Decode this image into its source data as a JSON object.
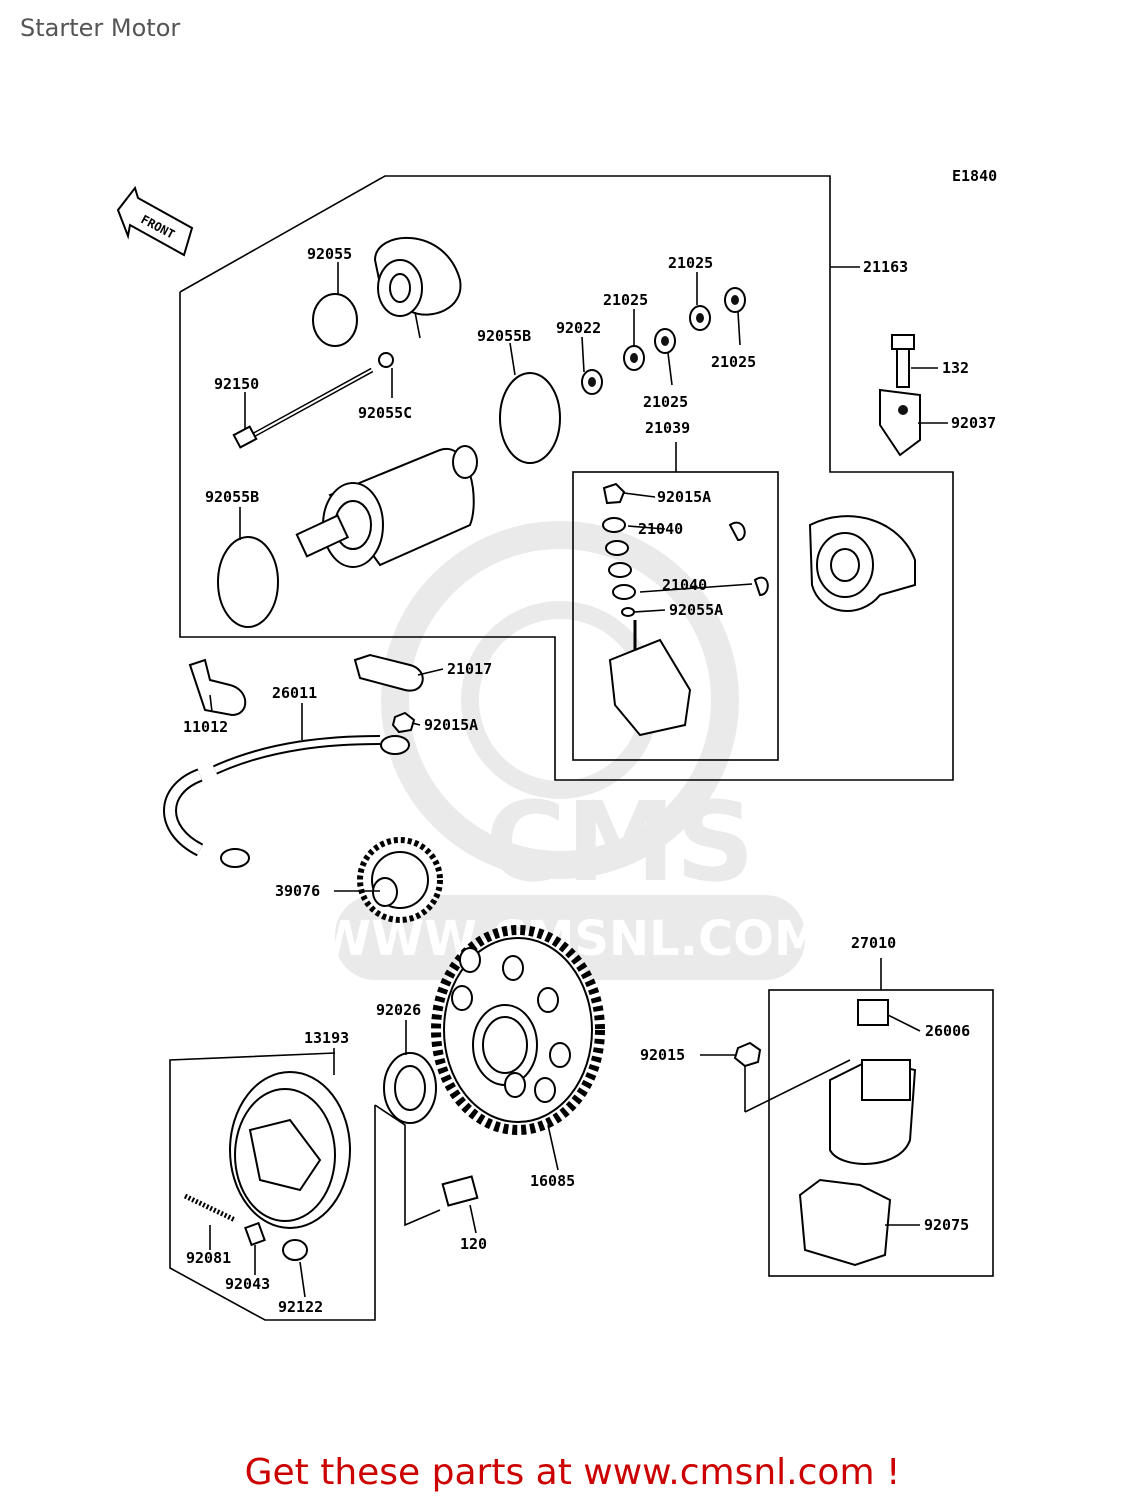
{
  "title": "Starter Motor",
  "diagram_code": "E1840",
  "front_label": "FRONT",
  "watermark": {
    "brand": "CMS",
    "site": "WWW.CMSNL.COM"
  },
  "footer": "Get these parts at www.cmsnl.com !",
  "colors": {
    "footer_text": "#cc0000",
    "title_text": "#555555",
    "watermark": "#d9d9d9"
  },
  "parts": {
    "p92055": "92055",
    "p92150": "92150",
    "p92055C": "92055C",
    "p92055B_top": "92055B",
    "p92022": "92022",
    "p21025_a": "21025",
    "p21025_b": "21025",
    "p21025_c": "21025",
    "p21025_d": "21025",
    "p21039": "21039",
    "p21163": "21163",
    "p132": "132",
    "p92037": "92037",
    "p92055B_left": "92055B",
    "p92015A_top": "92015A",
    "p21040_a": "21040",
    "p21040_b": "21040",
    "p92055A": "92055A",
    "p21017": "21017",
    "p26011": "26011",
    "p11012": "11012",
    "p92015A_bot": "92015A",
    "p39076": "39076",
    "p27010": "27010",
    "p92026": "92026",
    "p13193": "13193",
    "p26006": "26006",
    "p92015": "92015",
    "p16085": "16085",
    "p120": "120",
    "p92075": "92075",
    "p92081": "92081",
    "p92043": "92043",
    "p92122": "92122"
  }
}
